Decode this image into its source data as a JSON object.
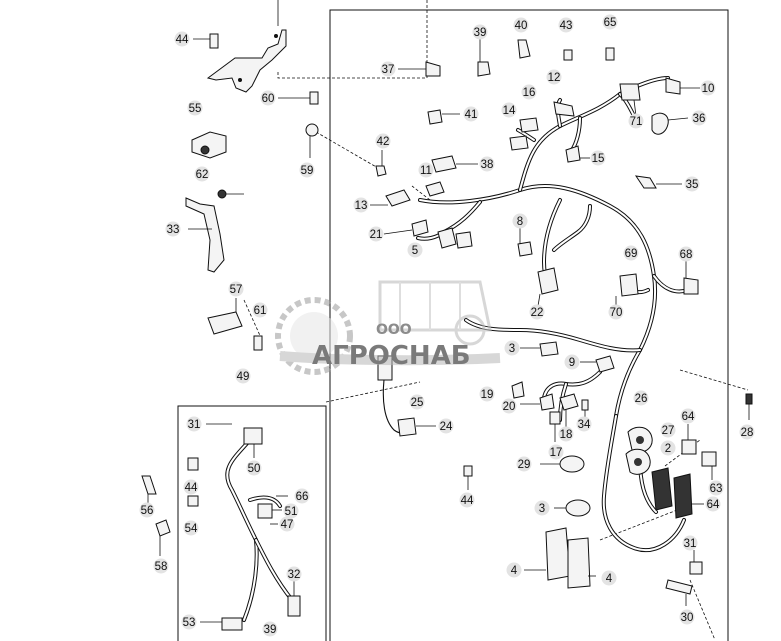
{
  "watermark": {
    "company_prefix": "ООО",
    "company_name": "АГРОСНАБ"
  },
  "callouts": [
    "44",
    "55",
    "62",
    "60",
    "59",
    "33",
    "57",
    "61",
    "49",
    "56",
    "58",
    "31",
    "44",
    "54",
    "50",
    "66",
    "51",
    "47",
    "32",
    "53",
    "39",
    "37",
    "42",
    "39",
    "40",
    "43",
    "65",
    "12",
    "16",
    "14",
    "41",
    "11",
    "38",
    "13",
    "21",
    "5",
    "8",
    "36",
    "35",
    "10",
    "71",
    "15",
    "69",
    "68",
    "70",
    "22",
    "3",
    "9",
    "19",
    "20",
    "18",
    "34",
    "17",
    "25",
    "24",
    "26",
    "27",
    "2",
    "64",
    "64",
    "63",
    "28",
    "29",
    "3",
    "31",
    "4",
    "4",
    "30",
    "44"
  ]
}
